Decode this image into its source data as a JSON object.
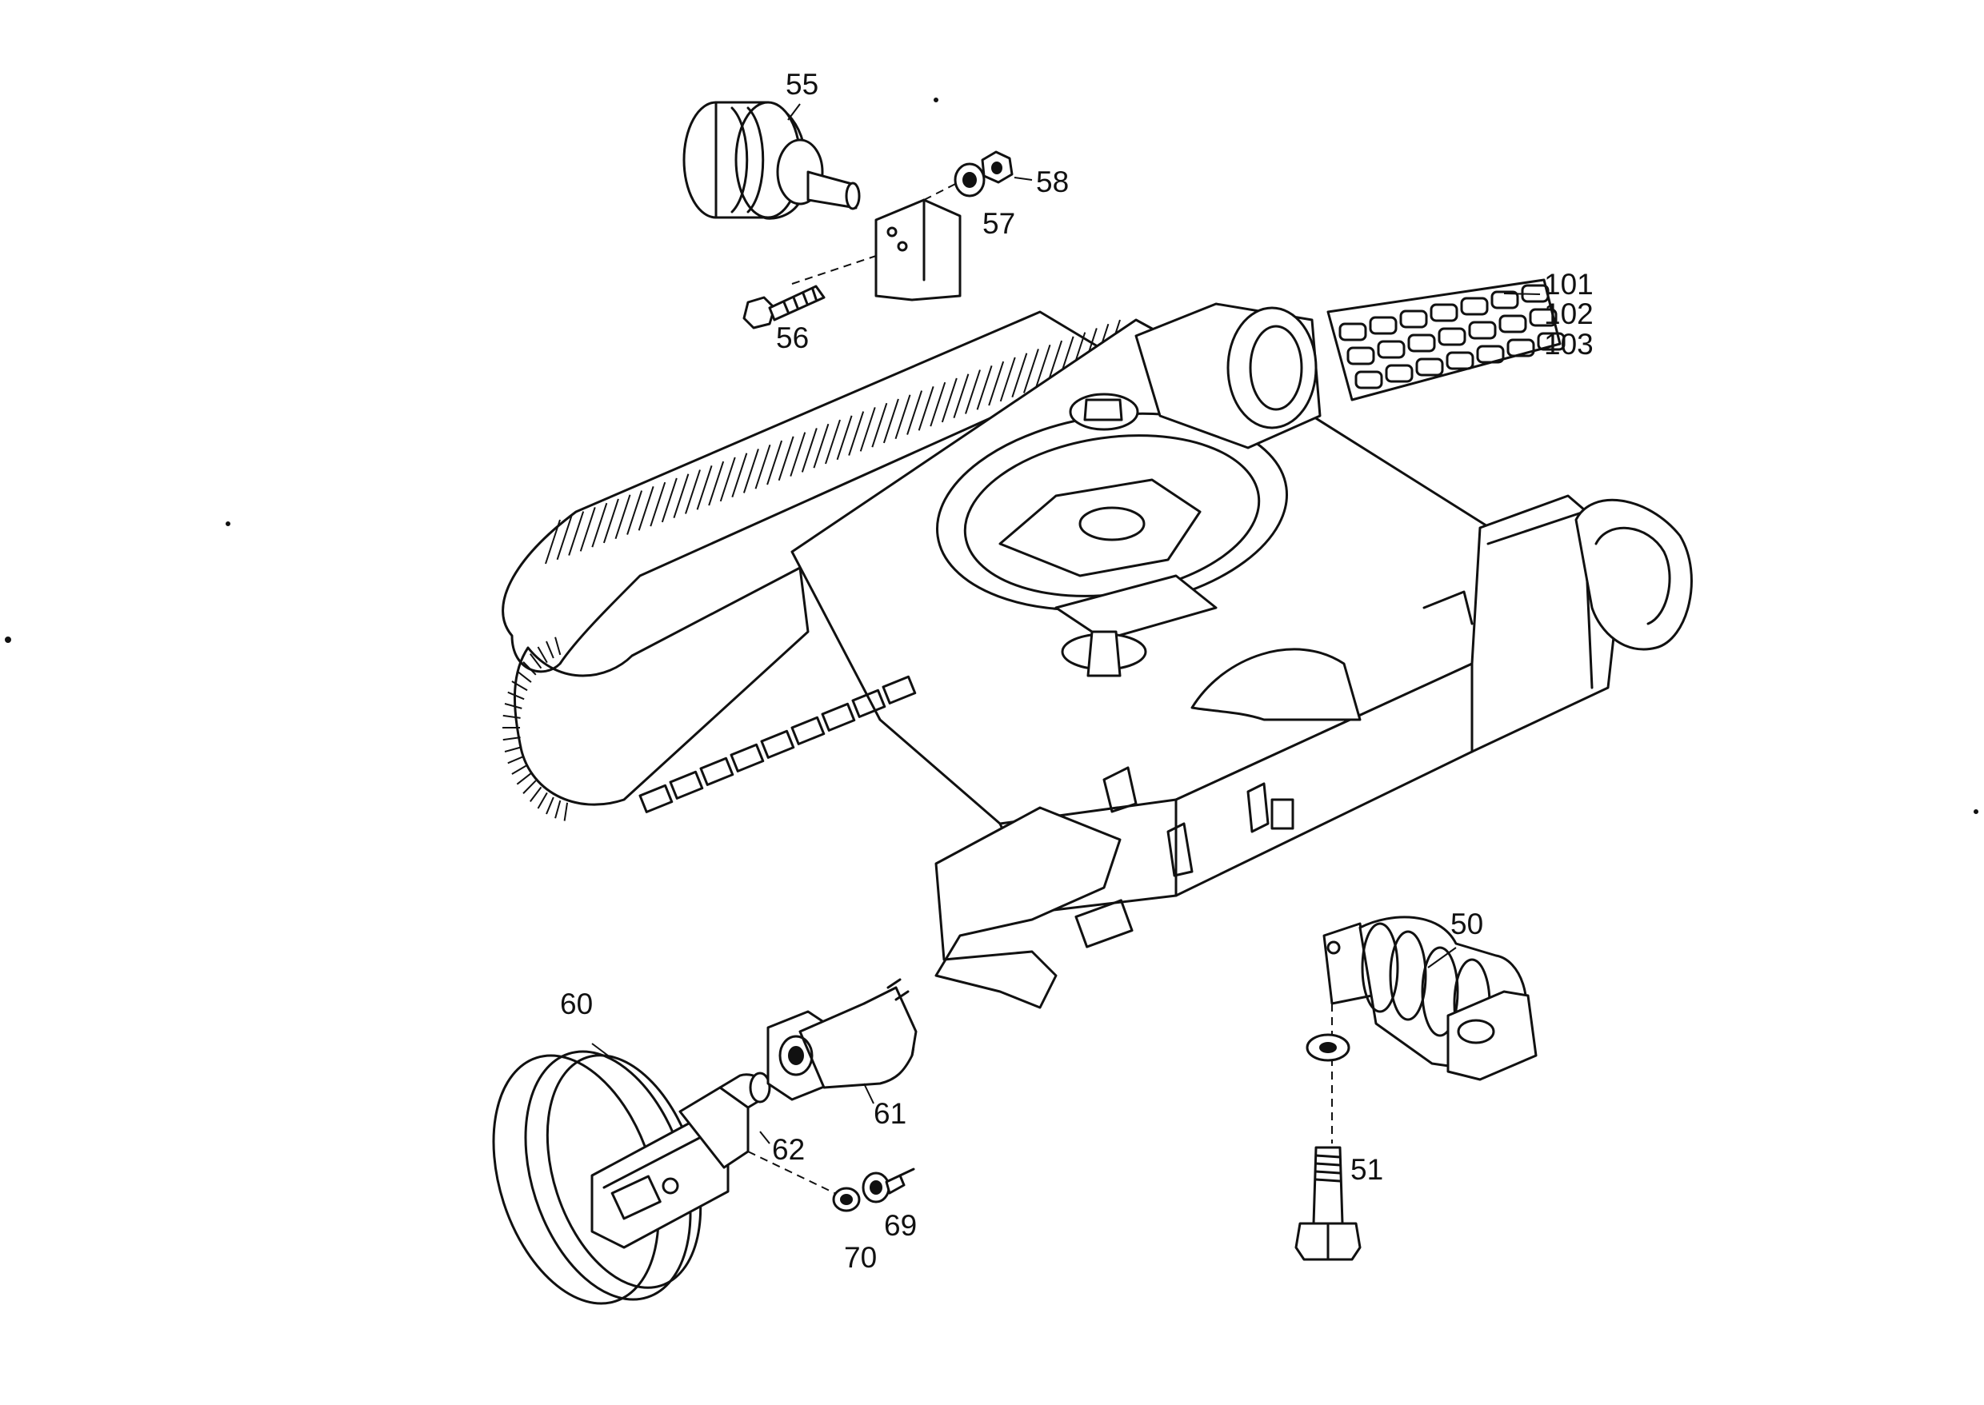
{
  "labels": {
    "p50": "50",
    "p51": "51",
    "p55": "55",
    "p56": "56",
    "p57": "57",
    "p58": "58",
    "p60": "60",
    "p61": "61",
    "p62": "62",
    "p69": "69",
    "p70": "70",
    "p101": "101",
    "p102": "102",
    "p103": "103"
  },
  "colors": {
    "ink": "#111111",
    "paper": "#ffffff"
  }
}
